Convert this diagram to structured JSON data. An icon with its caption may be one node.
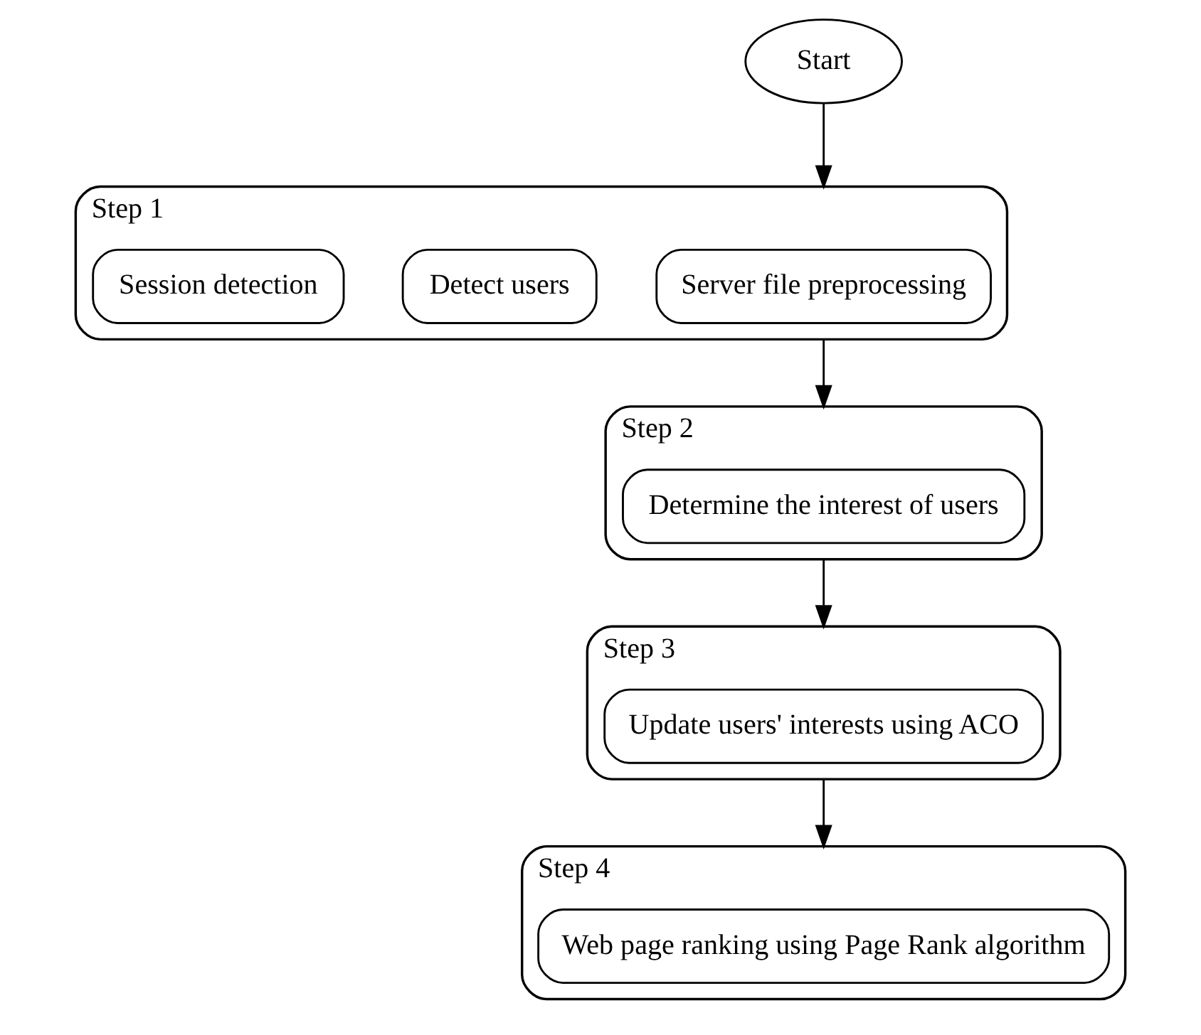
{
  "diagram": {
    "nodes": [
      {
        "text": [
          "Start"
        ]
      },
      {
        "text": [
          "Step 1"
        ]
      },
      {
        "text": [
          "Server file preprocessing"
        ],
        "in": 1
      },
      {
        "text": [
          "Detect users"
        ],
        "in": 1
      },
      {
        "text": [
          "Session detection"
        ],
        "in": 1
      },
      {
        "text": [
          "Step 2"
        ]
      },
      {
        "text": [
          "Determine the interest of users"
        ],
        "in": 5
      },
      {
        "text": [
          "Step 3"
        ]
      },
      {
        "text": [
          "Update users' interests using ACO"
        ],
        "in": 7
      },
      {
        "text": [
          "Step 4"
        ]
      },
      {
        "text": [
          "Web page ranking using Page Rank algorithm"
        ],
        "in": 9
      }
    ],
    "edges": [
      {
        "from": 0,
        "to": 1,
        "arrow": "to"
      },
      {
        "from": 1,
        "to": 5,
        "arrow": "to"
      },
      {
        "from": 5,
        "to": 7,
        "arrow": "to"
      },
      {
        "from": 7,
        "to": 9,
        "arrow": "to"
      }
    ]
  }
}
